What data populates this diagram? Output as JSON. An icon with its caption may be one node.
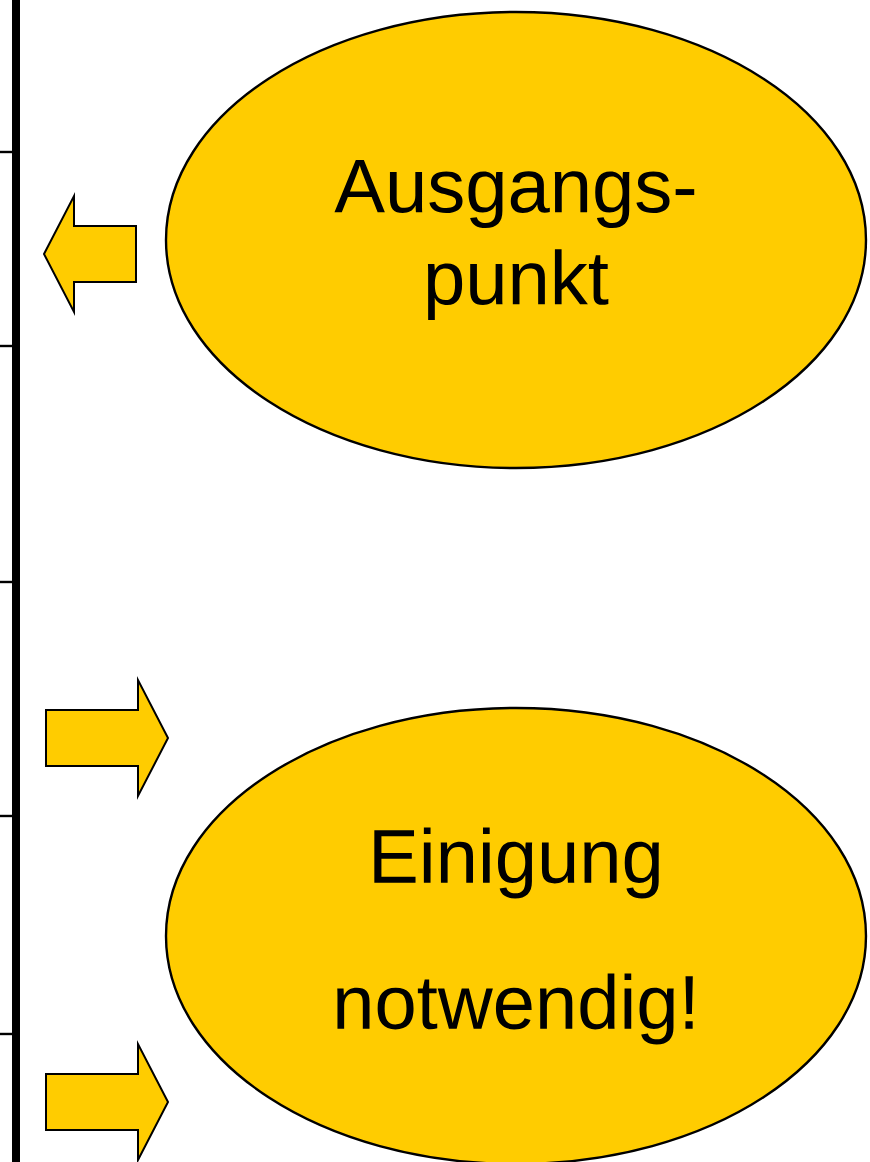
{
  "diagram": {
    "nodes": [
      {
        "text": [
          "Ausgangs- punkt"
        ]
      },
      {
        "text": [
          "Einigung notwendig!"
        ]
      }
    ],
    "edges": [
      {
        "from": 0,
        "to": null,
        "arrow": "to"
      },
      {
        "from": null,
        "to": 1,
        "arrow": "to"
      },
      {
        "from": null,
        "to": 1,
        "arrow": "to"
      }
    ]
  }
}
